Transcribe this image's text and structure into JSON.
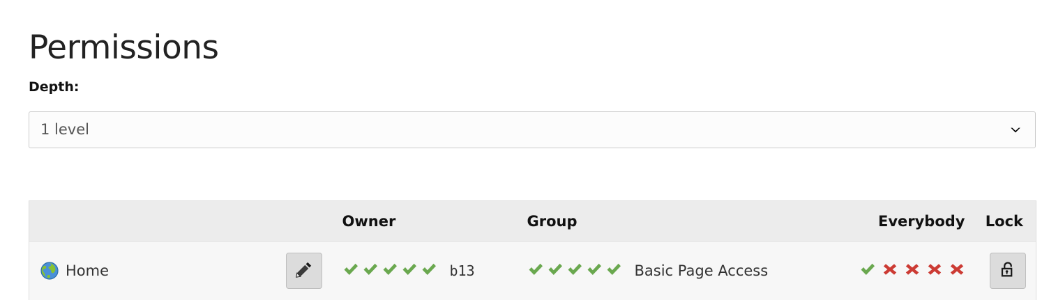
{
  "page": {
    "title": "Permissions"
  },
  "depth": {
    "label": "Depth:",
    "selected": "1 level",
    "options": [
      "1 level"
    ],
    "chevron_icon": "chevron-down-icon"
  },
  "table": {
    "columns": [
      {
        "key": "name",
        "label": ""
      },
      {
        "key": "edit",
        "label": ""
      },
      {
        "key": "owner",
        "label": "Owner"
      },
      {
        "key": "group",
        "label": "Group"
      },
      {
        "key": "everybody",
        "label": "Everybody"
      },
      {
        "key": "lock",
        "label": "Lock"
      }
    ],
    "rows": [
      {
        "icon": "globe-icon",
        "name": "Home",
        "edit_button_icon": "pencil-icon",
        "owner": {
          "flags": [
            "check",
            "check",
            "check",
            "check",
            "check"
          ],
          "label": "b13"
        },
        "group": {
          "flags": [
            "check",
            "check",
            "check",
            "check",
            "check"
          ],
          "label": "Basic Page Access"
        },
        "everybody": {
          "flags": [
            "check",
            "cross",
            "cross",
            "cross",
            "cross"
          ],
          "label": ""
        },
        "lock": {
          "icon": "unlock-icon",
          "state": "unlocked"
        }
      }
    ]
  },
  "colors": {
    "check_green": "#6aa84f",
    "cross_red": "#cc3b34",
    "header_bg": "#ececec",
    "row_bg": "#f7f7f7",
    "border": "#dddddd",
    "button_bg": "#dcdcdc"
  }
}
